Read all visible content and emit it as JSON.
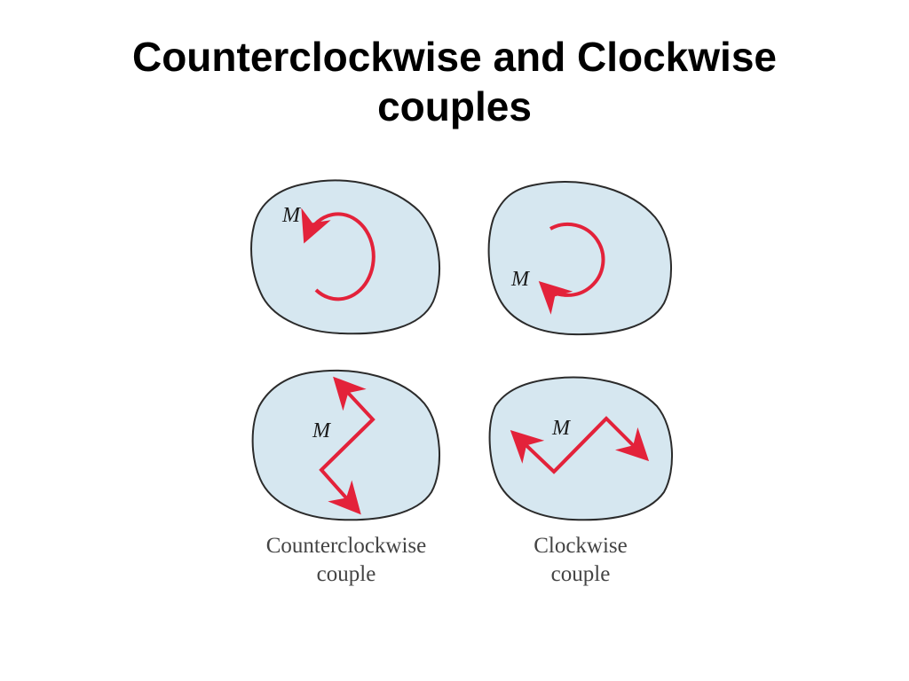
{
  "title": {
    "line1": "Counterclockwise and Clockwise",
    "line2": "couples"
  },
  "panels": {
    "ccw_circle": {
      "moment_label": "M"
    },
    "cw_circle": {
      "moment_label": "M"
    },
    "ccw_vectors": {
      "moment_label": "M"
    },
    "cw_vectors": {
      "moment_label": "M"
    }
  },
  "captions": {
    "left_line1": "Counterclockwise",
    "left_line2": "couple",
    "right_line1": "Clockwise",
    "right_line2": "couple"
  },
  "colors": {
    "body_fill": "#d6e7f0",
    "body_stroke": "#2b2b2b",
    "arrow": "#e3223a",
    "label": "#1a1a1a"
  }
}
